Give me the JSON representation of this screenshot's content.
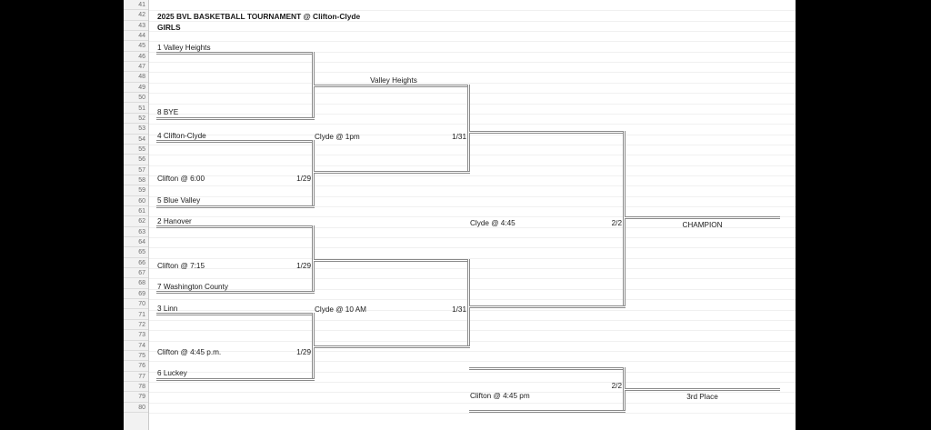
{
  "app": {
    "view": "spreadsheet",
    "row_first": 41,
    "row_last": 80
  },
  "header": {
    "title": "2025 BVL BASKETBALL TOURNAMENT @ Clifton-Clyde",
    "division": "GIRLS"
  },
  "bracket": {
    "round1": [
      {
        "seed_team": "1  Valley Heights",
        "row": 45
      },
      {
        "seed_team": "8  BYE",
        "row": 51
      },
      {
        "seed_team": "4  Clifton-Clyde",
        "row": 53
      },
      {
        "game_label": "Clifton @ 6:00",
        "game_date": "1/29",
        "row": 57
      },
      {
        "seed_team": "5  Blue Valley",
        "row": 59
      },
      {
        "seed_team": "2  Hanover",
        "row": 61
      },
      {
        "game_label": "Clifton @ 7:15",
        "game_date": "1/29",
        "row": 65
      },
      {
        "seed_team": "7  Washington County",
        "row": 67
      },
      {
        "seed_team": "3  Linn",
        "row": 69
      },
      {
        "game_label": "Clifton @ 4:45 p.m.",
        "game_date": "1/29",
        "row": 73
      },
      {
        "seed_team": "6  Luckey",
        "row": 75
      }
    ],
    "round2": [
      {
        "winner": "Valley Heights",
        "game_label": "Clyde @ 1pm",
        "game_date": "1/31"
      },
      {
        "winner": "",
        "game_label": "Clyde @ 10 AM",
        "game_date": "1/31"
      }
    ],
    "round3": {
      "game_label": "Clyde @ 4:45",
      "game_date": "2/2",
      "result_label": "CHAMPION"
    },
    "consolation": {
      "game_label": "Clifton @ 4:45 pm",
      "game_date": "2/2",
      "result_label": "3rd Place"
    }
  },
  "colors": {
    "bracket_line": "#8a8a8a",
    "sheet_background": "#ffffff",
    "gutter_background": "#f2f2f2",
    "letterbox": "#000000"
  }
}
